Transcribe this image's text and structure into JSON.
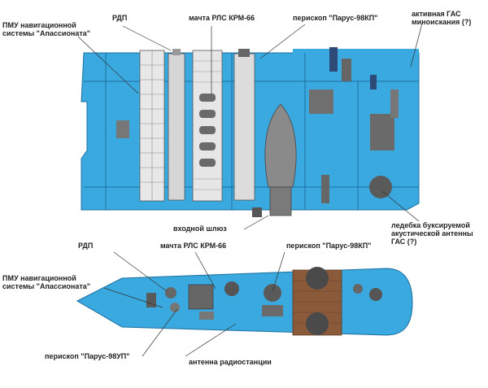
{
  "colors": {
    "hull": "#3aa9e0",
    "hull_dark": "#1b6f9e",
    "deck": "#8a5a3a",
    "line": "#2b2b2b"
  },
  "top_view": {
    "labels": {
      "pmu": "ПМУ навигационной\nсистемы \"Апассионата\"",
      "rdp": "РДП",
      "mast_rls": "мачта РЛС КРМ-66",
      "periscope_kp": "перископ \"Парус-98КП\"",
      "active_gas": "активная ГАС\nминоискания (?)",
      "entry_lock": "входной шлюз",
      "towed_antenna": "ледебка буксируемой\nакустической антенны\nГАС (?)"
    }
  },
  "bottom_view": {
    "labels": {
      "rdp": "РДП",
      "mast_rls": "мачта РЛС КРМ-66",
      "periscope_kp": "перископ \"Парус-98КП\"",
      "pmu": "ПМУ навигационной\nсистемы \"Апассионата\"",
      "periscope_up": "перископ \"Парус-98УП\"",
      "radio_antenna": "антенна радиостанции"
    }
  }
}
